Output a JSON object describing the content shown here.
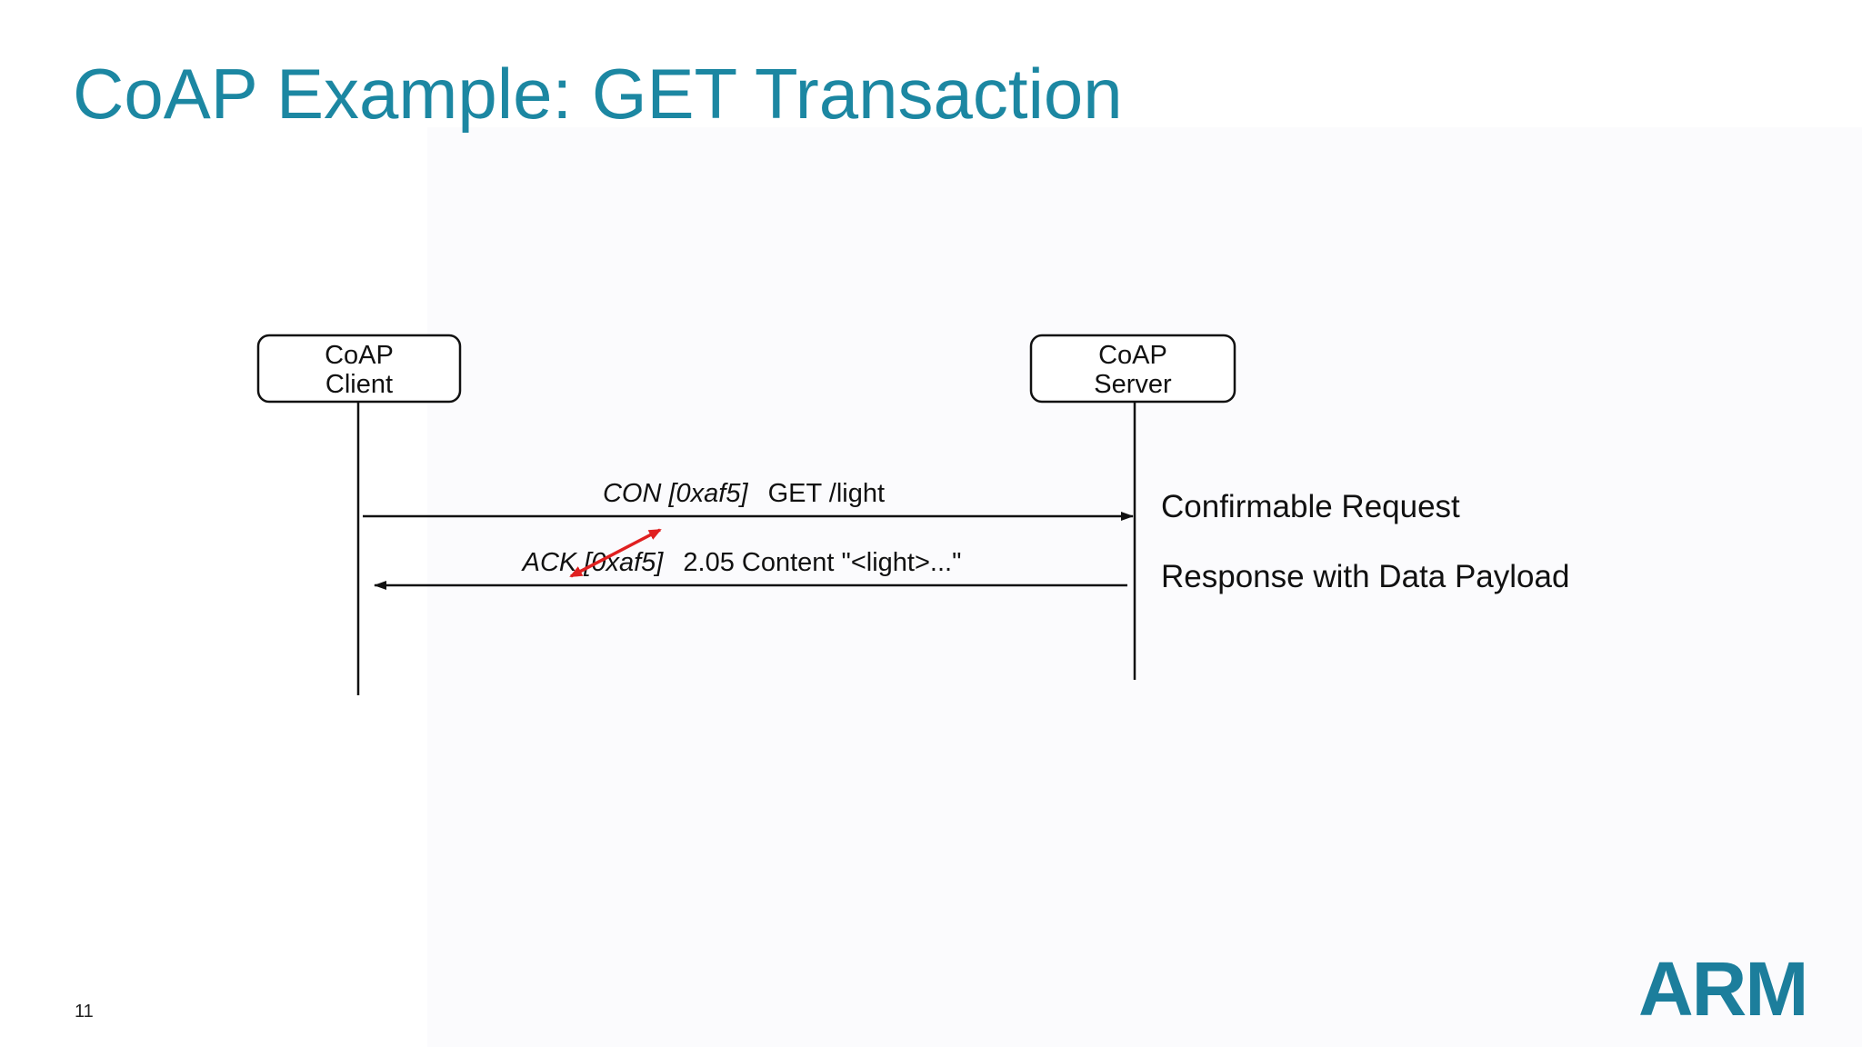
{
  "slide": {
    "title": "CoAP Example: GET Transaction",
    "page_number": "11",
    "logo_text": "ARM"
  },
  "diagram": {
    "client": {
      "line1": "CoAP",
      "line2": "Client"
    },
    "server": {
      "line1": "CoAP",
      "line2": "Server"
    },
    "request": {
      "prefix": "CON [0xaf5]",
      "body": "GET /light"
    },
    "response": {
      "prefix": "ACK [0xaf5]",
      "body": "2.05 Content \"<light>...\""
    }
  },
  "annotations": {
    "request": "Confirmable Request",
    "response": "Response with Data Payload"
  },
  "colors": {
    "title": "#1c87a2",
    "logo": "#1c7e9c",
    "highlight_arrow": "#e02020"
  }
}
